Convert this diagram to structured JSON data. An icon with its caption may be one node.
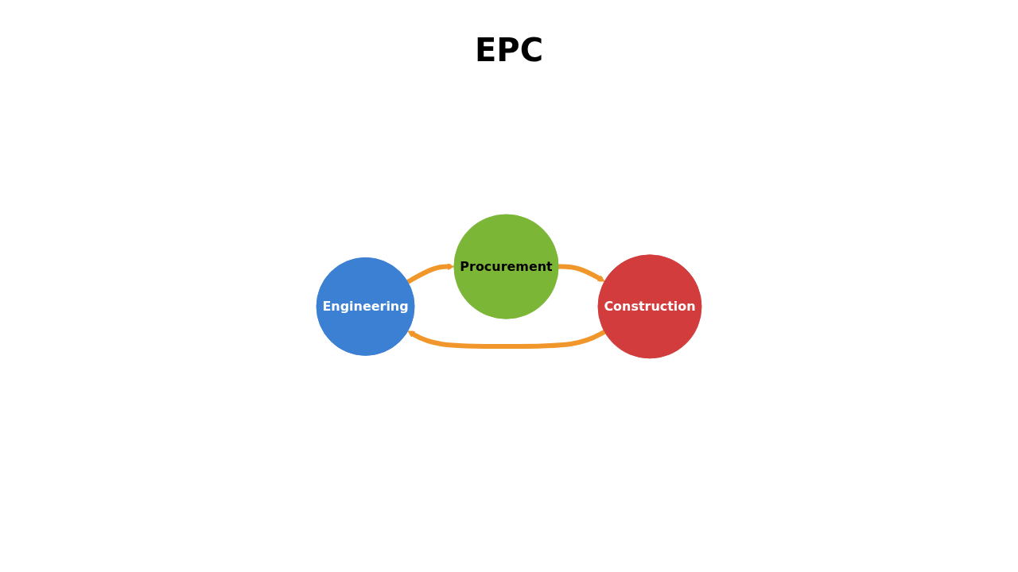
{
  "diagram": {
    "nodes": [
      {
        "text": [
          "Engineering"
        ]
      },
      {
        "text": [
          "Procurement"
        ]
      },
      {
        "text": [
          "Construction"
        ]
      }
    ],
    "edges": [
      {
        "from": 0,
        "to": 1,
        "arrow": "to"
      },
      {
        "from": 1,
        "to": 2,
        "arrow": "to"
      },
      {
        "from": 2,
        "to": 0,
        "arrow": "to"
      }
    ],
    "labels": [
      "EPC"
    ]
  }
}
